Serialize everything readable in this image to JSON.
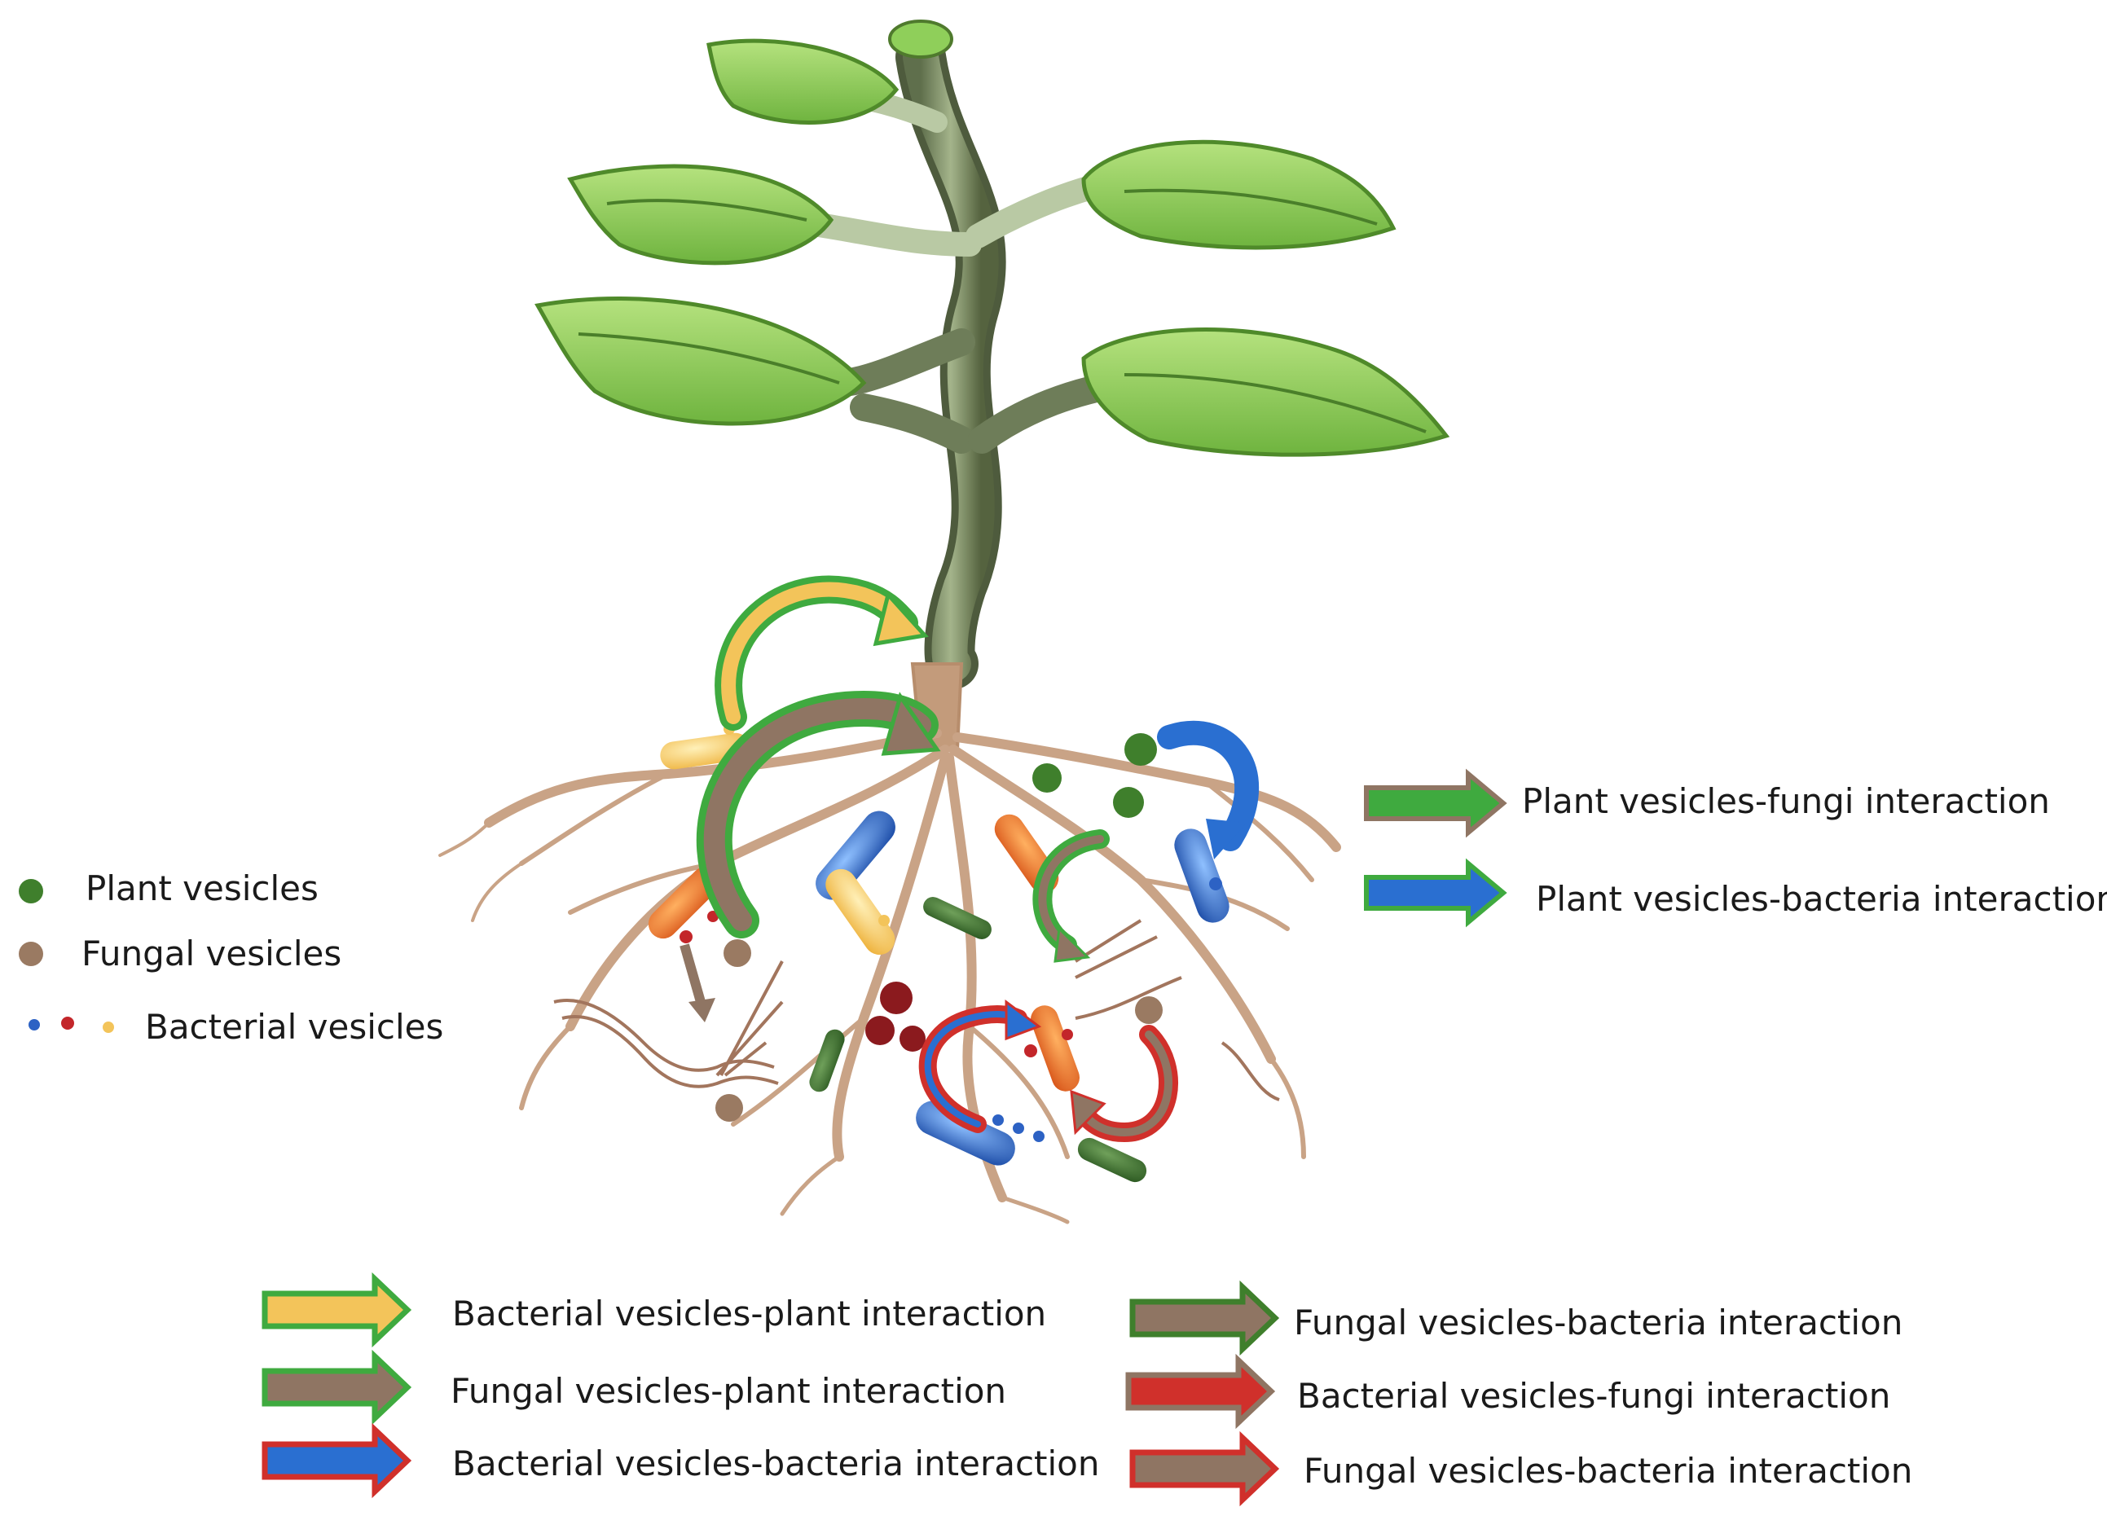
{
  "vesicle_legend": {
    "plant": "Plant vesicles",
    "fungal": "Fungal vesicles",
    "bacterial": "Bacterial vesicles"
  },
  "right_legend": {
    "plant_fungi": "Plant vesicles-fungi interaction",
    "plant_bacteria": "Plant vesicles-bacteria interaction"
  },
  "bottom_legend": {
    "bacterial_plant": "Bacterial vesicles-plant interaction",
    "fungal_plant": "Fungal vesicles-plant interaction",
    "bacterial_bacteria": "Bacterial vesicles-bacteria interaction",
    "fungal_bacteria_1": "Fungal vesicles-bacteria interaction",
    "bacterial_fungi": "Bacterial vesicles-fungi interaction",
    "fungal_bacteria_2": "Fungal vesicles-bacteria interaction"
  },
  "colors": {
    "leaf": "#8fcf5a",
    "leaf_dark": "#5d9b35",
    "stem": "#7e8f6c",
    "root": "#c9a386",
    "plant_vesicle": "#3f7f2c",
    "fungal_vesicle": "#9a7a62",
    "bacterial_blue": "#2d62c4",
    "bacterial_red": "#c3262a",
    "bacterial_yellow": "#f3c45a",
    "arrow_green_border": "#3faa3f",
    "arrow_blue": "#2a6fd1",
    "arrow_red_border": "#d0302b",
    "arrow_brown": "#8f7563"
  }
}
